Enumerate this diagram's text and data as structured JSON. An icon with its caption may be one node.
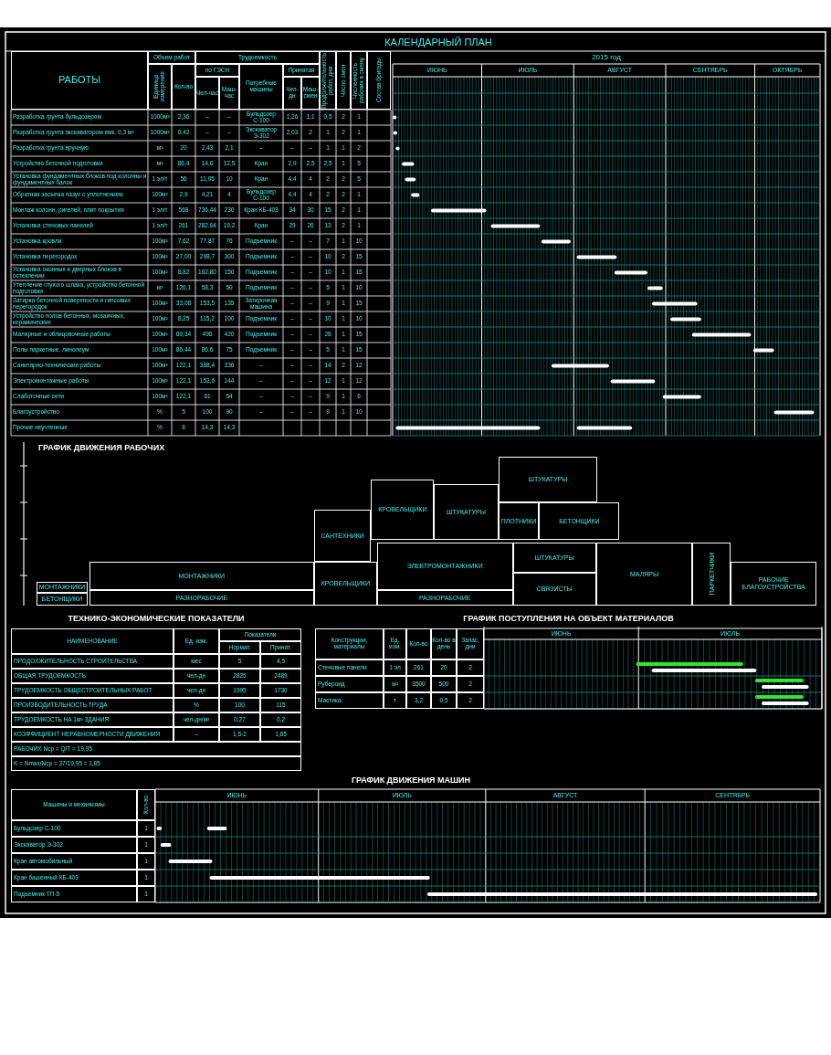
{
  "diagram": {
    "title": "КАЛЕНДАРНЫЙ ПЛАН",
    "nodes": [
      {
        "text": [
          "ШТУКАТУРЫ"
        ]
      },
      {
        "text": [
          "КРОВЕЛЬЩИКИ"
        ]
      },
      {
        "text": [
          "ШТУКАТУРЫ"
        ]
      },
      {
        "text": [
          "САНТЕХНИКИ"
        ]
      },
      {
        "text": [
          "ПЛОТНИКИ"
        ]
      },
      {
        "text": [
          "БЕТОНЩИКИ"
        ]
      },
      {
        "text": [
          "МОНТАЖНИКИ"
        ]
      },
      {
        "text": [
          "МОНТАЖНИКИ"
        ]
      },
      {
        "text": [
          "КРОВЕЛЬЩИКИ"
        ]
      },
      {
        "text": [
          "ЭЛЕКТРОМОНТАЖНИКИ"
        ]
      },
      {
        "text": [
          "ШТУКАТУРЫ"
        ]
      },
      {
        "text": [
          "МАЛЯРЫ"
        ]
      },
      {
        "text": [
          "ПАРКЕТЧИКИ"
        ]
      },
      {
        "text": [
          "РАБОЧИЕ БЛАГОУСТРОЙСТВА"
        ]
      },
      {
        "text": [
          "СВЯЗИСТЫ"
        ]
      },
      {
        "text": [
          "РАЗНОРАБОЧИЕ"
        ]
      },
      {
        "text": [
          "РАЗНОРАБОЧИЕ"
        ]
      },
      {
        "text": [
          "БЕТОНЩИКИ"
        ]
      }
    ],
    "labels": [
      "РАБОТЫ",
      "Объем работ",
      "Единица измерения",
      "Кол-во",
      "Трудоемкость",
      "по ГЭСН",
      "Принятая",
      "Чел-час",
      "Маш-час",
      "Потребные машины",
      "Чел-дн",
      "Маш-смен",
      "Продолжительность работ, дни",
      "Число смен",
      "Численность рабочих в смену",
      "Состав бригады",
      "2015 год",
      "ИЮНЬ",
      "ИЮЛЬ",
      "АВГУСТ",
      "СЕНТЯБРЬ",
      "ОКТЯБРЬ",
      "Разработка грунта бульдозером",
      "1000м³",
      "2,36",
      "–",
      "–",
      "Бульдозер С-100",
      "1,26",
      "1,1",
      "0,5",
      "2",
      "1",
      "Разработка грунта экскаватором емк. 0,3 м³",
      "1000м³",
      "0,42",
      "–",
      "–",
      "Экскаватор Э-302",
      "2,03",
      "2",
      "1",
      "2",
      "1",
      "Разработка грунта вручную",
      "м³",
      "20",
      "2,43",
      "2,1",
      "–",
      "–",
      "–",
      "1",
      "1",
      "2",
      "Устройство бетонной подготовки",
      "м³",
      "86,4",
      "14,6",
      "12,5",
      "Кран",
      "2,9",
      "2,5",
      "2,5",
      "1",
      "5",
      "Установка фундаментных блоков под колонны и фундаментных балок",
      "1 эл/т",
      "56",
      "11,05",
      "10",
      "Кран",
      "4,4",
      "4",
      "2",
      "2",
      "5",
      "Обратная засыпка пазух с уплотнением",
      "100м³",
      "2,9",
      "4,21",
      "4",
      "Бульдозер С-100",
      "4,4",
      "4",
      "2",
      "2",
      "1",
      "Монтаж колонн, ригелей, плит покрытия",
      "1 эл/т",
      "568",
      "736,44",
      "230",
      "Кран КБ-403",
      "34",
      "30",
      "15",
      "2",
      "1",
      "Установка стеновых панелей",
      "1 эл/т",
      "261",
      "282,64",
      "19,2",
      "Кран",
      "29",
      "26",
      "13",
      "2",
      "1",
      "Установка кровли",
      "100м²",
      "7,62",
      "77,87",
      "76",
      "Подъемник",
      "–",
      "–",
      "7",
      "1",
      "10",
      "Установка перегородок",
      "100м²",
      "27,00",
      "298,7",
      "300",
      "Подъемник",
      "–",
      "–",
      "10",
      "2",
      "15",
      "Установка оконных и дверных блоков в остеклении",
      "100м²",
      "8,82",
      "162,80",
      "150",
      "Подъемник",
      "–",
      "–",
      "10",
      "1",
      "15",
      "Утепление глухого шлака, устройство бетонной подготовки",
      "м³",
      "126,1",
      "58,3",
      "50",
      "Подъемник",
      "–",
      "–",
      "5",
      "1",
      "10",
      "Затирка бетонной поверхности и гипсовых перегородок",
      "100м²",
      "33,08",
      "153,5",
      "135",
      "Затирочная машина",
      "–",
      "–",
      "9",
      "1",
      "15",
      "Устройство полов бетонных, мозаичных, керамических",
      "100м²",
      "8,25",
      "115,2",
      "100",
      "Подъемник",
      "–",
      "–",
      "10",
      "1",
      "10",
      "Малярные и облицовочные работы",
      "100м²",
      "69,34",
      "498",
      "420",
      "Подъемник",
      "–",
      "–",
      "28",
      "1",
      "15",
      "Полы паркетные, линолеум",
      "100м²",
      "86,44",
      "86,6",
      "75",
      "Подъемник",
      "–",
      "–",
      "5",
      "1",
      "15",
      "Санитарно-технические работы",
      "100м³",
      "122,1",
      "388,4",
      "336",
      "–",
      "–",
      "–",
      "14",
      "2",
      "12",
      "Электромонтажные работы",
      "100м³",
      "122,1",
      "152,6",
      "144",
      "–",
      "–",
      "–",
      "12",
      "1",
      "12",
      "Слаботочные сети",
      "100м³",
      "122,1",
      "61",
      "54",
      "–",
      "–",
      "–",
      "9",
      "1",
      "6",
      "Благоустройство",
      "%",
      "5",
      "100",
      "90",
      "–",
      "–",
      "–",
      "9",
      "1",
      "10",
      "Прочие неучтенные",
      "%",
      "8",
      "14,3",
      "14,3",
      "ГРАФИК ДВИЖЕНИЯ РАБОЧИХ",
      "ТЕХНИКО-ЭКОНОМИЧЕСКИЕ ПОКАЗАТЕЛИ",
      "НАИМЕНОВАНИЕ",
      "Ед. изм.",
      "Показатели",
      "Нормат.",
      "Принят.",
      "ПРОДОЛЖИТЕЛЬНОСТЬ СТРОИТЕЛЬСТВА",
      "мес",
      "5",
      "4,5",
      "ОБЩАЯ ТРУДОЕМКОСТЬ",
      "чел-дн",
      "2825",
      "2489",
      "ТРУДОЕМКОСТЬ ОБЩЕСТРОИТЕЛЬНЫХ РАБОТ",
      "чел-дн",
      "1995",
      "1730",
      "ПРОИЗВОДИТЕЛЬНОСТЬ ТРУДА",
      "%",
      "100",
      "115",
      "ТРУДОЕМКОСТЬ НА 1м³ ЗДАНИЯ",
      "чел-дн/м³",
      "0,27",
      "0,2",
      "КОЭФФИЦИЕНТ НЕРАВНОМЕРНОСТИ ДВИЖЕНИЯ",
      "–",
      "1,5-2",
      "1,85",
      "РАБОЧИХ Nср = Q/T = 19,95",
      "K = Nmax/Nср = 37/19,95 = 1,85",
      "ГРАФИК ПОСТУПЛЕНИЯ НА ОБЪЕКТ МАТЕРИАЛОВ",
      "Конструкции, материалы",
      "Ед. изм.",
      "Кол-во",
      "Кол-во в день",
      "Запас, дни",
      "ИЮНЬ",
      "ИЮЛЬ",
      "Стеновые панели",
      "1 эл",
      "261",
      "20",
      "2",
      "Рубероид",
      "м²",
      "3500",
      "500",
      "2",
      "Мастика",
      "т",
      "3,2",
      "0,5",
      "2",
      "ГРАФИК ДВИЖЕНИЯ МАШИН",
      "Машины и механизмы",
      "Кол-во",
      "ИЮНЬ",
      "ИЮЛЬ",
      "АВГУСТ",
      "СЕНТЯБРЬ",
      "Бульдозер С-100",
      "1",
      "Экскаватор Э-302",
      "1",
      "Кран автомобильный",
      "1",
      "Кран башенный КБ-403",
      "1",
      "Подъемник ТП-5",
      "1"
    ]
  }
}
